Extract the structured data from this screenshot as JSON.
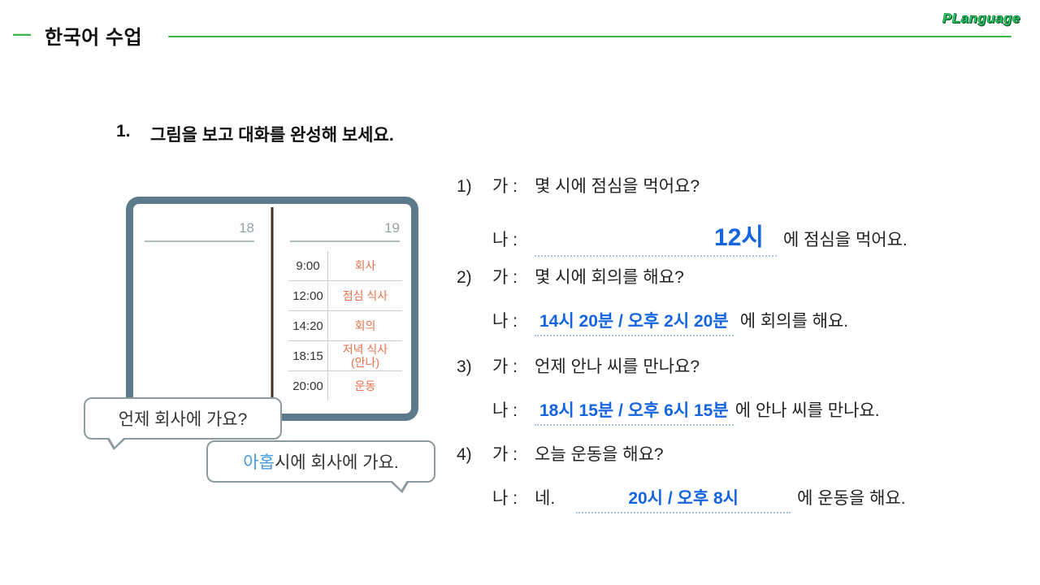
{
  "colors": {
    "accent_green": "#3bb54a",
    "answer_blue": "#1565e0",
    "bubble_blue": "#4a9bd9",
    "schedule_orange": "#e8714c",
    "planner_slate": "#5d7a8a"
  },
  "header": {
    "dash": "—",
    "title": "한국어 수업",
    "logo": "PLanguage"
  },
  "exercise": {
    "number": "1.",
    "instruction": "그림을 보고 대화를 완성해 보세요."
  },
  "planner": {
    "left_page": "18",
    "right_page": "19",
    "schedule": [
      {
        "time": "9:00",
        "activity": "회사"
      },
      {
        "time": "12:00",
        "activity": "점심 식사"
      },
      {
        "time": "14:20",
        "activity": "회의"
      },
      {
        "time": "18:15",
        "activity": "저녁 식사",
        "activity2": "(안나)"
      },
      {
        "time": "20:00",
        "activity": "운동"
      }
    ],
    "bubbles": {
      "question": "언제 회사에 가요?",
      "answer_highlight": "아홉",
      "answer_rest": " 시에 회사에 가요."
    }
  },
  "dialogues": [
    {
      "number": "1)",
      "q_speaker": "가 :",
      "question": "몇 시에 점심을 먹어요?",
      "a_speaker": "나 :",
      "answer": "12시",
      "suffix": "에 점심을 먹어요."
    },
    {
      "number": "2)",
      "q_speaker": "가 :",
      "question": "몇 시에 회의를 해요?",
      "a_speaker": "나 :",
      "answer": "14시 20분 / 오후 2시 20분",
      "suffix": "에 회의를 해요."
    },
    {
      "number": "3)",
      "q_speaker": "가 :",
      "question": "언제 안나 씨를 만나요?",
      "a_speaker": "나 :",
      "answer": "18시 15분  / 오후 6시 15분",
      "suffix": "에 안나 씨를 만나요."
    },
    {
      "number": "4)",
      "q_speaker": "가 :",
      "question": "오늘 운동을 해요?",
      "a_speaker": "나 :",
      "prefix": "네.",
      "answer": "20시 / 오후 8시",
      "suffix": "에 운동을 해요."
    }
  ]
}
